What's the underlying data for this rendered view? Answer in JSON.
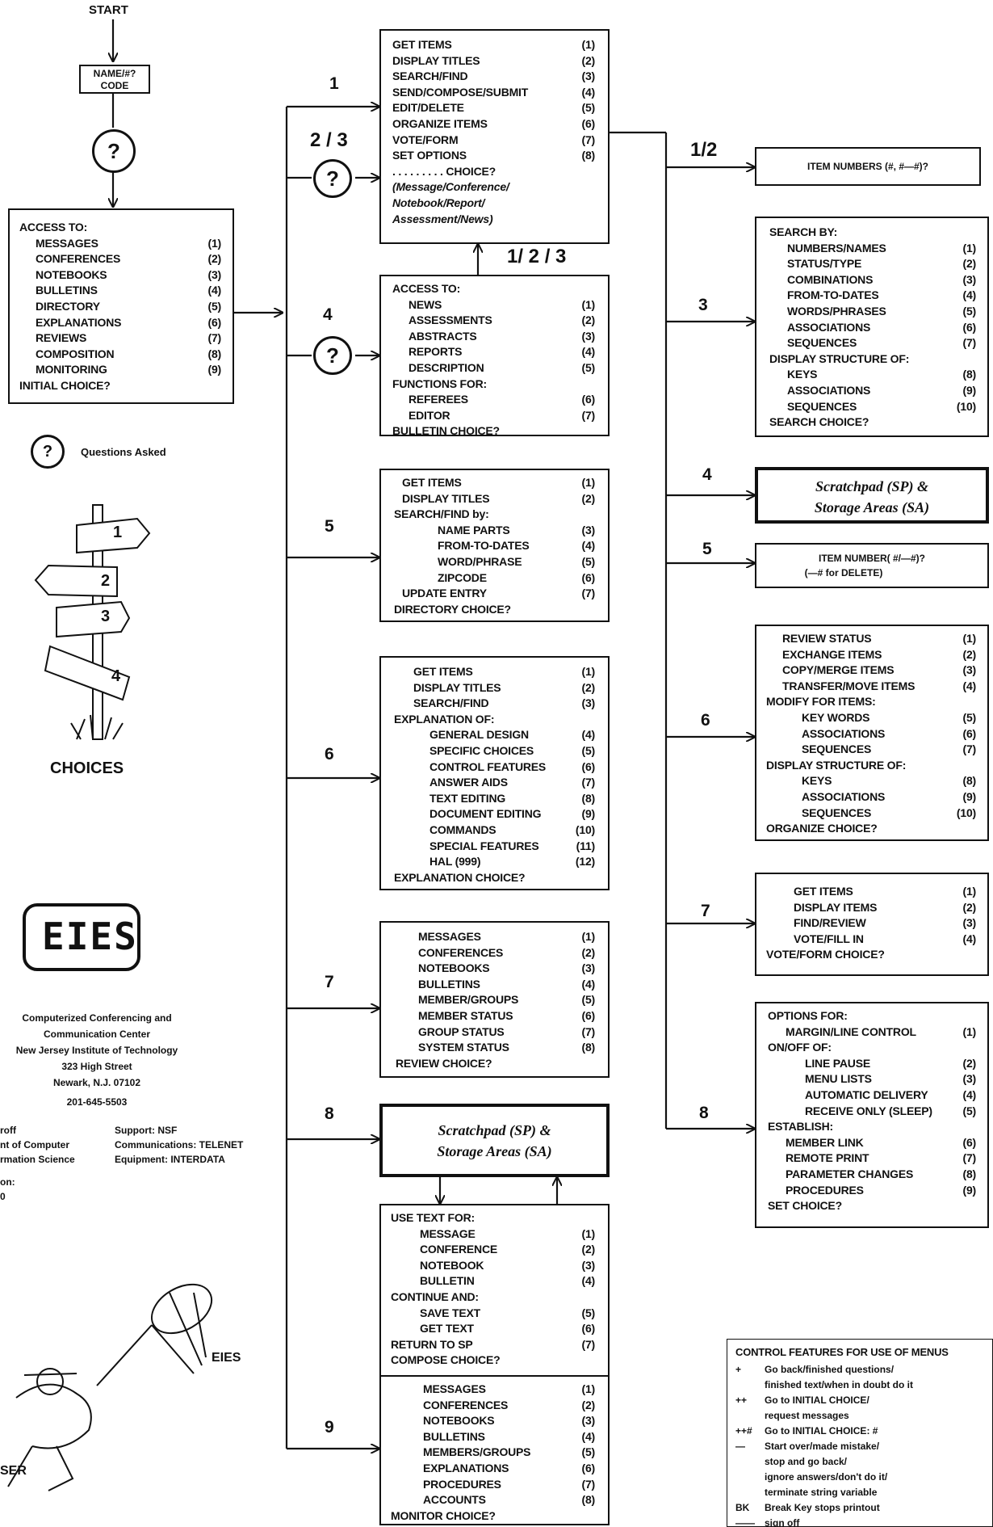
{
  "start_label": "START",
  "name_code": {
    "line1": "NAME/#?",
    "line2": "CODE"
  },
  "question_mark": "?",
  "legend_questions": "Questions Asked",
  "choices_label": "CHOICES",
  "sign_numbers": [
    "1",
    "2",
    "3",
    "4"
  ],
  "initial_menu": {
    "title": "ACCESS TO:",
    "items": [
      {
        "t": "MESSAGES",
        "n": "(1)"
      },
      {
        "t": "CONFERENCES",
        "n": "(2)"
      },
      {
        "t": "NOTEBOOKS",
        "n": "(3)"
      },
      {
        "t": "BULLETINS",
        "n": "(4)"
      },
      {
        "t": "DIRECTORY",
        "n": "(5)"
      },
      {
        "t": "EXPLANATIONS",
        "n": "(6)"
      },
      {
        "t": "REVIEWS",
        "n": "(7)"
      },
      {
        "t": "COMPOSITION",
        "n": "(8)"
      },
      {
        "t": "MONITORING",
        "n": "(9)"
      }
    ],
    "footer": "INITIAL CHOICE?"
  },
  "branch_labels": {
    "b1": "1",
    "b23": "2 / 3",
    "b4": "4",
    "b5": "5",
    "b6": "6",
    "b7": "7",
    "b8": "8",
    "b9": "9",
    "back123": "1/ 2 / 3",
    "r12": "1/2",
    "r3": "3",
    "r4": "4",
    "r5": "5",
    "r6": "6",
    "r7": "7",
    "r8": "8"
  },
  "main_menu": {
    "items": [
      {
        "t": "GET ITEMS",
        "n": "(1)"
      },
      {
        "t": "DISPLAY TITLES",
        "n": "(2)"
      },
      {
        "t": "SEARCH/FIND",
        "n": "(3)"
      },
      {
        "t": "SEND/COMPOSE/SUBMIT",
        "n": "(4)"
      },
      {
        "t": "EDIT/DELETE",
        "n": "(5)"
      },
      {
        "t": "ORGANIZE ITEMS",
        "n": "(6)"
      },
      {
        "t": "VOTE/FORM",
        "n": "(7)"
      },
      {
        "t": "SET OPTIONS",
        "n": "(8)"
      }
    ],
    "choice": ". . . . . . . . . CHOICE?",
    "sub": [
      "(Message/Conference/",
      "Notebook/Report/",
      "Assessment/News)"
    ]
  },
  "bulletin_menu": {
    "title": "ACCESS TO:",
    "items": [
      {
        "t": "NEWS",
        "n": "(1)"
      },
      {
        "t": "ASSESSMENTS",
        "n": "(2)"
      },
      {
        "t": "ABSTRACTS",
        "n": "(3)"
      },
      {
        "t": "REPORTS",
        "n": "(4)"
      },
      {
        "t": "DESCRIPTION",
        "n": "(5)"
      }
    ],
    "functions": "FUNCTIONS FOR:",
    "fitems": [
      {
        "t": "REFEREES",
        "n": "(6)"
      },
      {
        "t": "EDITOR",
        "n": "(7)"
      }
    ],
    "footer": "BULLETIN CHOICE?"
  },
  "directory_menu": {
    "items": [
      {
        "t": "GET ITEMS",
        "n": "(1)"
      },
      {
        "t": "DISPLAY TITLES",
        "n": "(2)"
      }
    ],
    "search": "SEARCH/FIND by:",
    "sitems": [
      {
        "t": "NAME PARTS",
        "n": "(3)"
      },
      {
        "t": "FROM-TO-DATES",
        "n": "(4)"
      },
      {
        "t": "WORD/PHRASE",
        "n": "(5)"
      },
      {
        "t": "ZIPCODE",
        "n": "(6)"
      }
    ],
    "update": {
      "t": "UPDATE ENTRY",
      "n": "(7)"
    },
    "footer": "DIRECTORY CHOICE?"
  },
  "explanation_menu": {
    "items": [
      {
        "t": "GET ITEMS",
        "n": "(1)"
      },
      {
        "t": "DISPLAY TITLES",
        "n": "(2)"
      },
      {
        "t": "SEARCH/FIND",
        "n": "(3)"
      }
    ],
    "head": "EXPLANATION OF:",
    "eitems": [
      {
        "t": "GENERAL DESIGN",
        "n": "(4)"
      },
      {
        "t": "SPECIFIC CHOICES",
        "n": "(5)"
      },
      {
        "t": "CONTROL FEATURES",
        "n": "(6)"
      },
      {
        "t": "ANSWER AIDS",
        "n": "(7)"
      },
      {
        "t": "TEXT EDITING",
        "n": "(8)"
      },
      {
        "t": "DOCUMENT EDITING",
        "n": "(9)"
      },
      {
        "t": "COMMANDS",
        "n": "(10)"
      },
      {
        "t": "SPECIAL FEATURES",
        "n": "(11)"
      },
      {
        "t": "HAL (999)",
        "n": "(12)"
      }
    ],
    "footer": "EXPLANATION CHOICE?"
  },
  "review_menu": {
    "items": [
      {
        "t": "MESSAGES",
        "n": "(1)"
      },
      {
        "t": "CONFERENCES",
        "n": "(2)"
      },
      {
        "t": "NOTEBOOKS",
        "n": "(3)"
      },
      {
        "t": "BULLETINS",
        "n": "(4)"
      },
      {
        "t": "MEMBER/GROUPS",
        "n": "(5)"
      },
      {
        "t": "MEMBER STATUS",
        "n": "(6)"
      },
      {
        "t": "GROUP STATUS",
        "n": "(7)"
      },
      {
        "t": "SYSTEM STATUS",
        "n": "(8)"
      }
    ],
    "footer": "REVIEW CHOICE?"
  },
  "scratchpad": {
    "line1": "Scratchpad (SP) &",
    "line2": "Storage Areas (SA)"
  },
  "compose_menu": {
    "head": "USE TEXT FOR:",
    "items": [
      {
        "t": "MESSAGE",
        "n": "(1)"
      },
      {
        "t": "CONFERENCE",
        "n": "(2)"
      },
      {
        "t": "NOTEBOOK",
        "n": "(3)"
      },
      {
        "t": "BULLETIN",
        "n": "(4)"
      }
    ],
    "cont": "CONTINUE AND:",
    "citems": [
      {
        "t": "SAVE TEXT",
        "n": "(5)"
      },
      {
        "t": "GET TEXT",
        "n": "(6)"
      }
    ],
    "ret": {
      "t": "RETURN TO SP",
      "n": "(7)"
    },
    "footer": "COMPOSE CHOICE?"
  },
  "monitor_menu": {
    "items": [
      {
        "t": "MESSAGES",
        "n": "(1)"
      },
      {
        "t": "CONFERENCES",
        "n": "(2)"
      },
      {
        "t": "NOTEBOOKS",
        "n": "(3)"
      },
      {
        "t": "BULLETINS",
        "n": "(4)"
      },
      {
        "t": "MEMBERS/GROUPS",
        "n": "(5)"
      },
      {
        "t": "EXPLANATIONS",
        "n": "(6)"
      },
      {
        "t": "PROCEDURES",
        "n": "(7)"
      },
      {
        "t": "ACCOUNTS",
        "n": "(8)"
      }
    ],
    "footer": "MONITOR CHOICE?"
  },
  "item_numbers": "ITEM NUMBERS (#, #—#)?",
  "search_menu": {
    "head": "SEARCH BY:",
    "items": [
      {
        "t": "NUMBERS/NAMES",
        "n": "(1)"
      },
      {
        "t": "STATUS/TYPE",
        "n": "(2)"
      },
      {
        "t": "COMBINATIONS",
        "n": "(3)"
      },
      {
        "t": "FROM-TO-DATES",
        "n": "(4)"
      },
      {
        "t": "WORDS/PHRASES",
        "n": "(5)"
      },
      {
        "t": "ASSOCIATIONS",
        "n": "(6)"
      },
      {
        "t": "SEQUENCES",
        "n": "(7)"
      }
    ],
    "disp": "DISPLAY STRUCTURE OF:",
    "ditems": [
      {
        "t": "KEYS",
        "n": "(8)"
      },
      {
        "t": "ASSOCIATIONS",
        "n": "(9)"
      },
      {
        "t": "SEQUENCES",
        "n": "(10)"
      }
    ],
    "footer": "SEARCH CHOICE?"
  },
  "scratchpad_right": {
    "line1": "Scratchpad (SP) &",
    "line2": "Storage Areas (SA)"
  },
  "item_number_delete": {
    "line1": "ITEM NUMBER( #/—#)?",
    "line2": "(—# for DELETE)"
  },
  "organize_menu": {
    "items": [
      {
        "t": "REVIEW STATUS",
        "n": "(1)"
      },
      {
        "t": "EXCHANGE ITEMS",
        "n": "(2)"
      },
      {
        "t": "COPY/MERGE ITEMS",
        "n": "(3)"
      },
      {
        "t": "TRANSFER/MOVE ITEMS",
        "n": "(4)"
      }
    ],
    "mod": "MODIFY FOR ITEMS:",
    "mitems": [
      {
        "t": "KEY WORDS",
        "n": "(5)"
      },
      {
        "t": "ASSOCIATIONS",
        "n": "(6)"
      },
      {
        "t": "SEQUENCES",
        "n": "(7)"
      }
    ],
    "disp": "DISPLAY STRUCTURE OF:",
    "ditems": [
      {
        "t": "KEYS",
        "n": "(8)"
      },
      {
        "t": "ASSOCIATIONS",
        "n": "(9)"
      },
      {
        "t": "SEQUENCES",
        "n": "(10)"
      }
    ],
    "footer": "ORGANIZE CHOICE?"
  },
  "vote_menu": {
    "items": [
      {
        "t": "GET ITEMS",
        "n": "(1)"
      },
      {
        "t": "DISPLAY ITEMS",
        "n": "(2)"
      },
      {
        "t": "FIND/REVIEW",
        "n": "(3)"
      },
      {
        "t": "VOTE/FILL IN",
        "n": "(4)"
      }
    ],
    "footer": "VOTE/FORM CHOICE?"
  },
  "set_menu": {
    "head": "OPTIONS FOR:",
    "first": {
      "t": "MARGIN/LINE CONTROL",
      "n": "(1)"
    },
    "onoff": "ON/OFF OF:",
    "oitems": [
      {
        "t": "LINE PAUSE",
        "n": "(2)"
      },
      {
        "t": "MENU LISTS",
        "n": "(3)"
      },
      {
        "t": "AUTOMATIC DELIVERY",
        "n": "(4)"
      },
      {
        "t": "RECEIVE ONLY (SLEEP)",
        "n": "(5)"
      }
    ],
    "est": "ESTABLISH:",
    "eitems": [
      {
        "t": "MEMBER LINK",
        "n": "(6)"
      },
      {
        "t": "REMOTE PRINT",
        "n": "(7)"
      },
      {
        "t": "PARAMETER CHANGES",
        "n": "(8)"
      },
      {
        "t": "PROCEDURES",
        "n": "(9)"
      }
    ],
    "footer": "SET CHOICE?"
  },
  "control_features": {
    "title": "CONTROL FEATURES FOR USE OF MENUS",
    "rows": [
      {
        "k": "+",
        "v": "Go back/finished questions/"
      },
      {
        "k": "",
        "v": "finished text/when in doubt do it"
      },
      {
        "k": "++",
        "v": "Go to INITIAL CHOICE/"
      },
      {
        "k": "",
        "v": "request messages"
      },
      {
        "k": "++#",
        "v": "Go to INITIAL CHOICE: #"
      },
      {
        "k": "—",
        "v": "Start over/made mistake/"
      },
      {
        "k": "",
        "v": "stop and go back/"
      },
      {
        "k": "",
        "v": "ignore answers/don't do it/"
      },
      {
        "k": "",
        "v": "terminate string variable"
      },
      {
        "k": "BK",
        "v": "Break Key stops printout"
      },
      {
        "k": "——",
        "v": "sign off"
      }
    ]
  },
  "logo": "EIES",
  "center_info": [
    "Computerized Conferencing and",
    "Communication Center",
    "New Jersey Institute of Technology",
    "323 High Street",
    "Newark, N.J. 07102",
    "201-645-5503"
  ],
  "credits_left": [
    "roff",
    "nt of Computer",
    "rmation Science",
    "on:",
    "0"
  ],
  "credits_right": [
    "Support: NSF",
    "Communications: TELENET",
    "Equipment: INTERDATA"
  ],
  "cartoon_label": "EIES",
  "cartoon_user": "SER"
}
